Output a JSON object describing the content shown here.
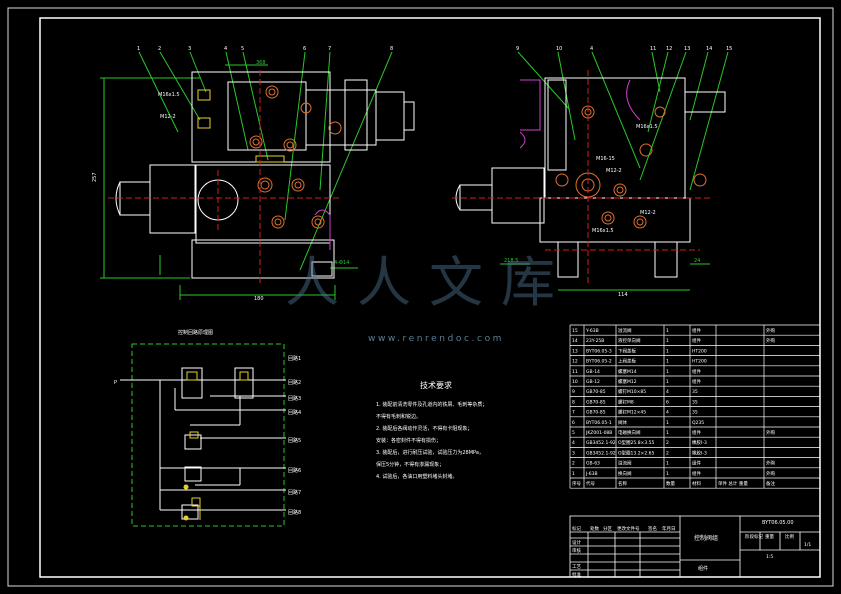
{
  "watermark": {
    "site": "www.renrendoc.com",
    "brand": "人人文库"
  },
  "callouts_left": [
    "1",
    "2",
    "3",
    "4",
    "5",
    "6",
    "7",
    "8"
  ],
  "callouts_right": [
    "9",
    "10",
    "4",
    "11",
    "12",
    "13",
    "14",
    "15"
  ],
  "dims": {
    "left_width": "180",
    "left_height": "257",
    "left_top": "368",
    "left_inner": "4-Φ14",
    "right_width": "114",
    "right_a": "218.5",
    "right_b": "24"
  },
  "thread_labels": [
    "M16x1.5",
    "M12-2",
    "M16x1.5",
    "M12-2",
    "M16x1.5",
    "M16-15",
    "M12-2"
  ],
  "circuit": {
    "title": "控制回路原理图",
    "labels": [
      "回路1",
      "回路2",
      "回路3",
      "回路4",
      "回路5",
      "回路6",
      "回路7",
      "回路8"
    ],
    "left_label": "P"
  },
  "tech": {
    "title": "技术要求",
    "lines": [
      "1. 装配前清洗零件及孔道内的铁屑、毛刺等杂质；",
      "   不得有毛刺和锐边。",
      "2. 装配后各阀动作灵活，不得有卡阻现象；",
      "   安装：各密封件不得有损伤；",
      "3. 装配后，进行耐压试验，试验压力为28MPa，",
      "   保压5分钟，不得有渗漏现象；",
      "4. 试验后，各油口用塑料堵头封堵。"
    ]
  },
  "bom": {
    "rows": [
      [
        "15",
        "Y-63B",
        "溢流阀",
        "1",
        "组件",
        "",
        "外购"
      ],
      [
        "14",
        "23Y-25B",
        "液控单向阀",
        "1",
        "组件",
        "",
        "外购"
      ],
      [
        "13",
        "BYT06.05-3",
        "下阀盖板",
        "1",
        "HT200",
        "",
        ""
      ],
      [
        "12",
        "BYT06.05-2",
        "上阀盖板",
        "1",
        "HT200",
        "",
        ""
      ],
      [
        "11",
        "GB-14",
        "螺塞M14",
        "1",
        "组件",
        "",
        ""
      ],
      [
        "10",
        "GB-12",
        "螺塞M12",
        "1",
        "组件",
        "",
        ""
      ],
      [
        "9",
        "GB70-85",
        "螺钉M10×85",
        "4",
        "35",
        "",
        ""
      ],
      [
        "8",
        "GB70-85",
        "螺钉M8",
        "6",
        "35",
        "",
        ""
      ],
      [
        "7",
        "GB70-85",
        "螺钉M12×45",
        "4",
        "35",
        "",
        ""
      ],
      [
        "6",
        "BYT06.05-1",
        "阀体",
        "1",
        "Q235",
        "",
        ""
      ],
      [
        "5",
        "JKZ001-08B",
        "电磁换向阀",
        "1",
        "组件",
        "",
        "外购"
      ],
      [
        "4",
        "GB3452.1-92",
        "O型圈25.8×3.55",
        "2",
        "橡胶I-3",
        "",
        ""
      ],
      [
        "3",
        "GB3452.1-92",
        "O型圈13.2×2.65",
        "2",
        "橡胶I-3",
        "",
        ""
      ],
      [
        "2",
        "GB-63",
        "溢流阀",
        "1",
        "组件",
        "",
        "外购"
      ],
      [
        "1",
        "J-63B",
        "换向阀",
        "1",
        "组件",
        "",
        "外购"
      ]
    ],
    "header": [
      "序号",
      "代号",
      "名称",
      "数量",
      "材料",
      "单件 总计 重量",
      "备注"
    ]
  },
  "title_block": {
    "drawing_no": "BYT06.05.00",
    "name": "控制阀组",
    "unit": "组件",
    "scale": "1:5",
    "sheet": "1/1",
    "rows": [
      "设计",
      "审核",
      "工艺",
      "批准"
    ],
    "marks": [
      "标记",
      "处数",
      "分区",
      "更改文件号",
      "签名",
      "年月日"
    ],
    "labels": [
      "阶段标记",
      "重量",
      "比例"
    ]
  }
}
